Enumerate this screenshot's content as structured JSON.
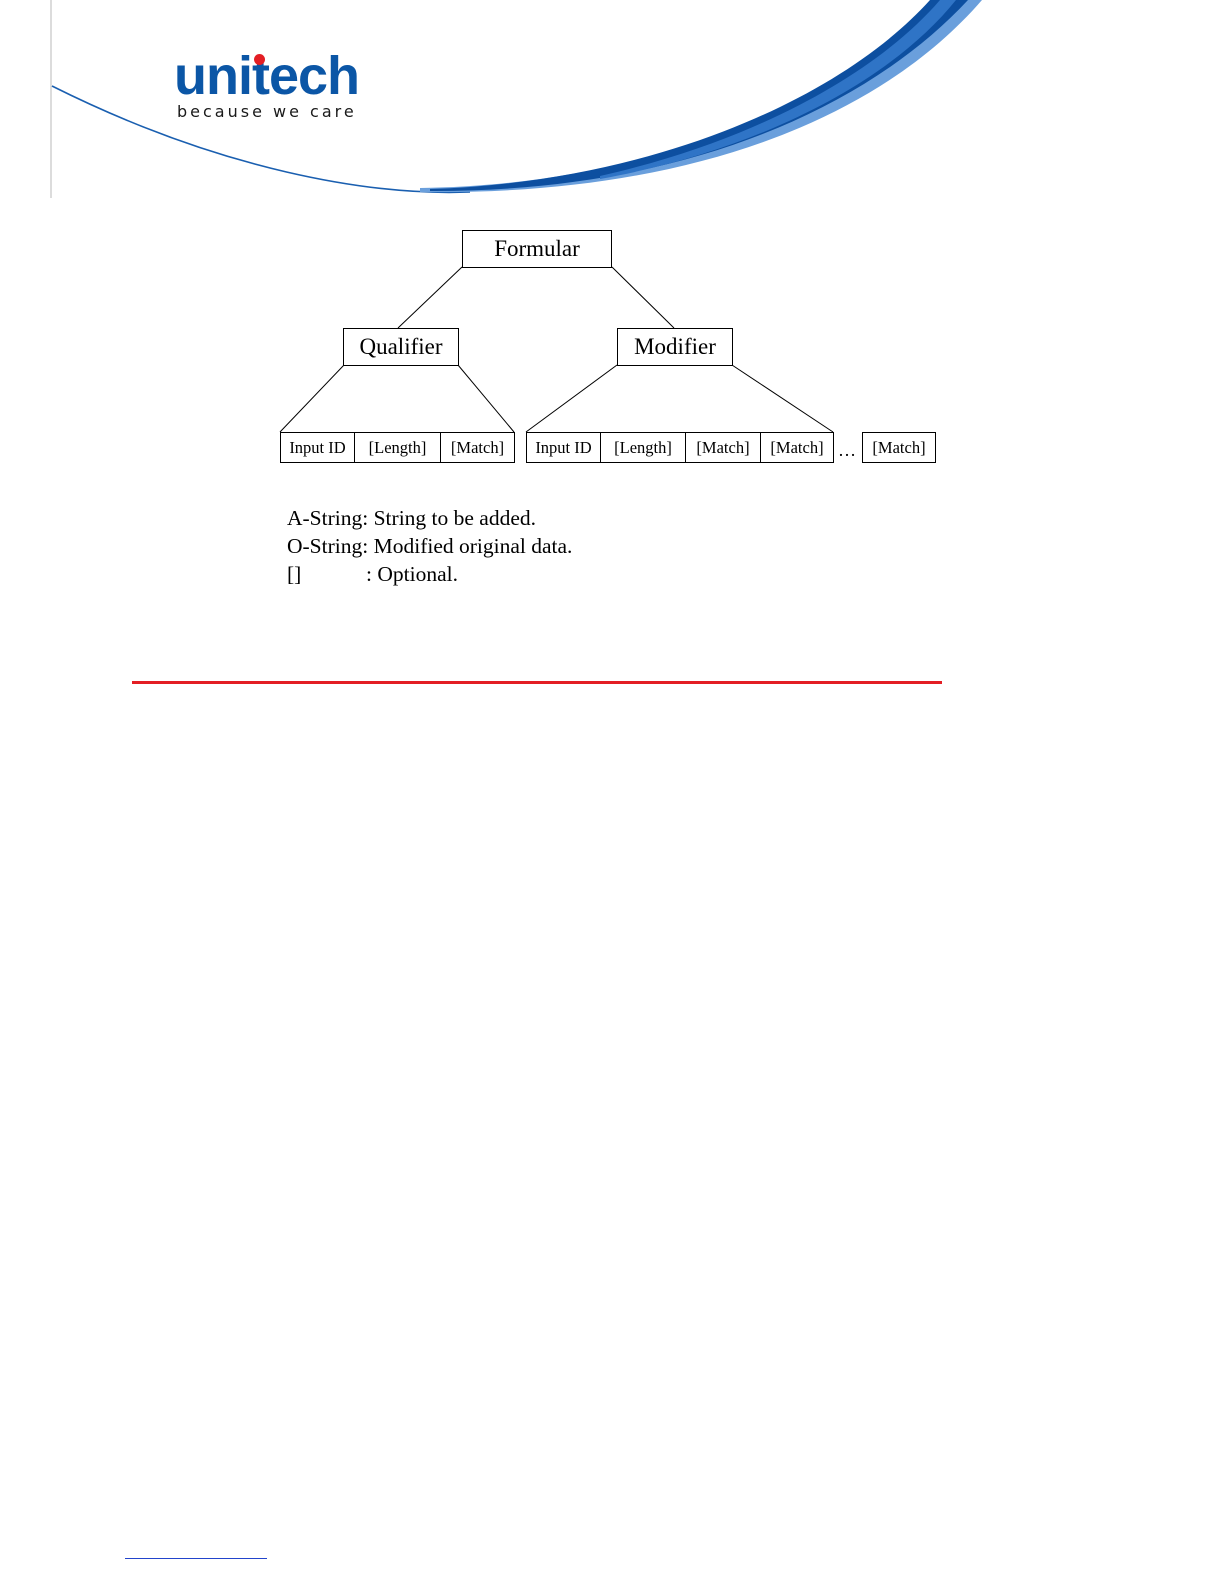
{
  "colors": {
    "brand_blue": "#0b56a6",
    "brand_red": "#e31e24",
    "swoosh_dark": "#0d4fa0",
    "swoosh_light": "#6a9fdc",
    "rule_red": "#e31e24"
  },
  "header": {
    "logo_word": "unitech",
    "logo_tagline": "because we care"
  },
  "diagram": {
    "root": "Formular",
    "qualifier": {
      "label": "Qualifier",
      "fields": [
        "Input ID",
        "[Length]",
        "[Match]"
      ]
    },
    "modifier": {
      "label": "Modifier",
      "fields": [
        "Input ID",
        "[Length]",
        "[Match]",
        "[Match]"
      ],
      "ellipsis": "…",
      "last_field": "[Match]"
    }
  },
  "legend": [
    {
      "term": "A-String",
      "text": ": String to be added."
    },
    {
      "term": "O-String",
      "text": ": Modified original data."
    },
    {
      "term": "[]",
      "text": ": Optional."
    }
  ]
}
